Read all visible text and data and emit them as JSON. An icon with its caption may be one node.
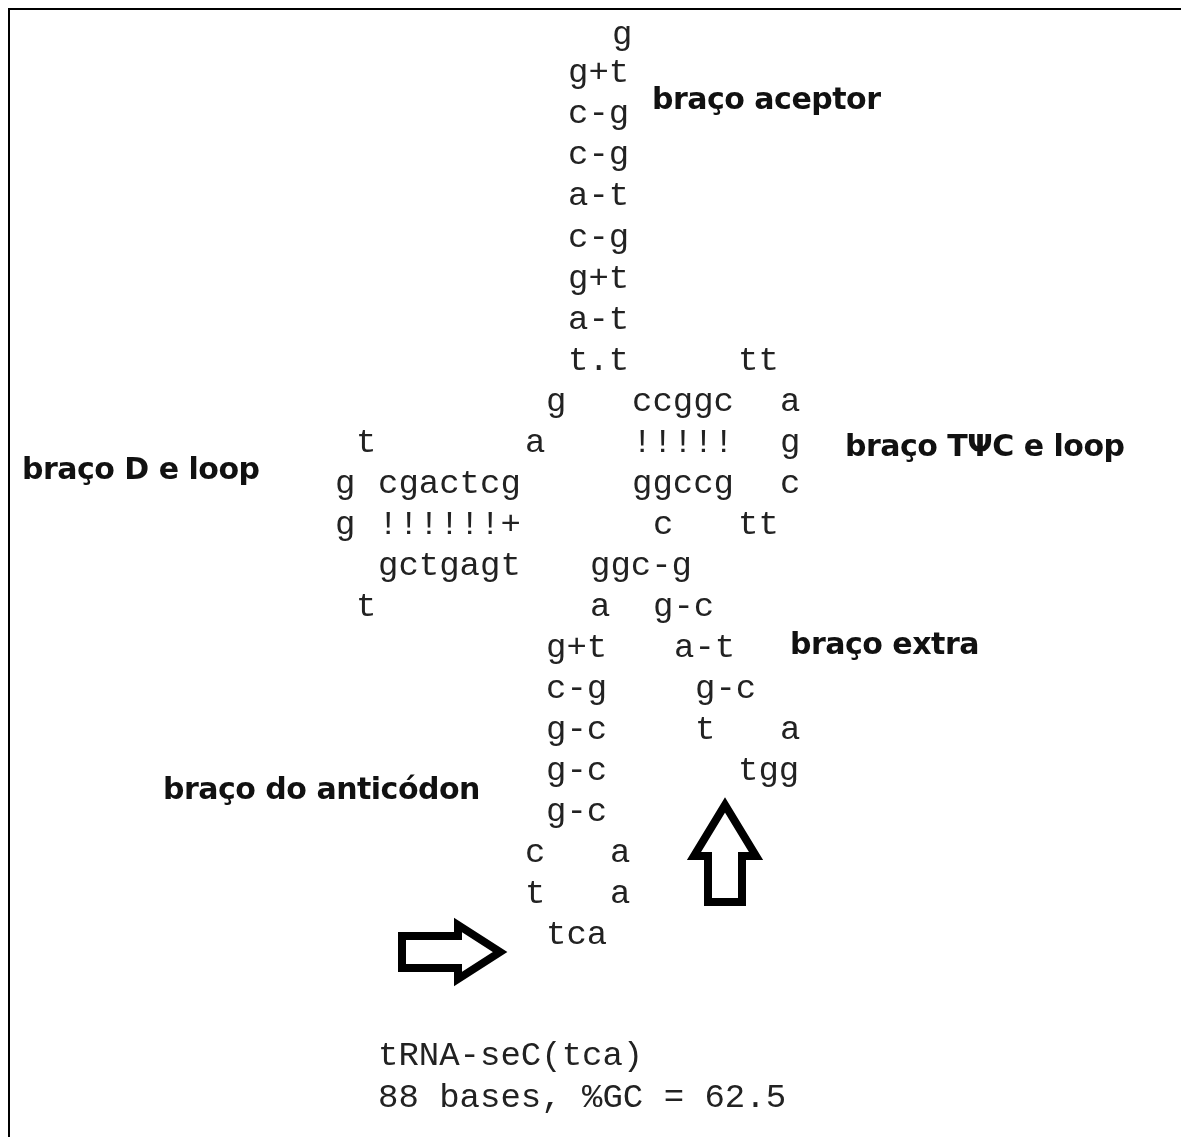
{
  "diagram": {
    "labels": [
      "g",
      "g+t",
      "braço aceptor",
      "c-g",
      "c-g",
      "a-t",
      "c-g",
      "g+t",
      "a-t",
      "t.t",
      "tt",
      "g",
      "ccggc",
      "a",
      "t",
      "a",
      "!!!!!",
      "g",
      "braço TΨC e loop",
      "braço D e loop",
      "g",
      "cgactcg",
      "ggccg",
      "c",
      "g",
      "!!!!!!+",
      "c",
      "tt",
      "gctgagt",
      "ggc-g",
      "t",
      "a",
      "g-c",
      "g+t",
      "a-t",
      "braço extra",
      "c-g",
      "g-c",
      "g-c",
      "t",
      "a",
      "g-c",
      "tgg",
      "braço do anticódon",
      "g-c",
      "c",
      "a",
      "t",
      "a",
      "tca",
      "tRNA-seC(tca)",
      "88 bases, %GC = 62.5"
    ]
  }
}
